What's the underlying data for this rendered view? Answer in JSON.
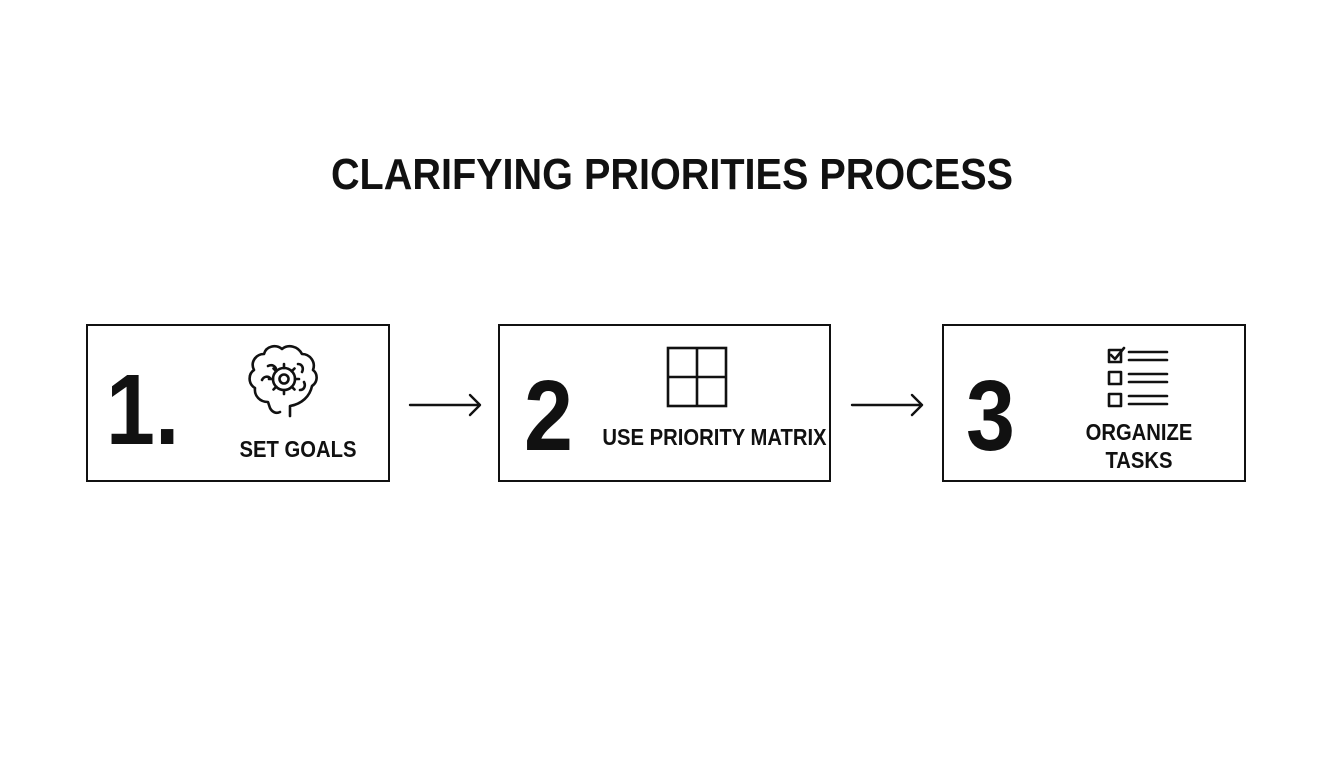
{
  "title": "CLARIFYING PRIORITIES PROCESS",
  "steps": [
    {
      "number": "1.",
      "label": "SET GOALS",
      "icon": "brain-gear-icon"
    },
    {
      "number": "2",
      "label": "USE PRIORITY MATRIX",
      "icon": "grid-matrix-icon"
    },
    {
      "number": "3",
      "label_lines": [
        "ORGANIZE",
        "TASKS"
      ],
      "icon": "checklist-icon"
    }
  ],
  "colors": {
    "stroke": "#111111",
    "background": "#ffffff"
  }
}
